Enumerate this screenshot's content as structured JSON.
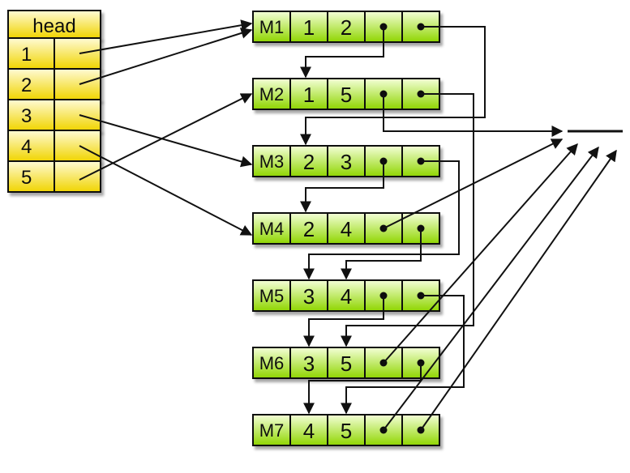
{
  "head_table": {
    "title": "head",
    "rows": [
      "1",
      "2",
      "3",
      "4",
      "5"
    ]
  },
  "nodes": [
    {
      "label": "M1",
      "a": "1",
      "b": "2"
    },
    {
      "label": "M2",
      "a": "1",
      "b": "5"
    },
    {
      "label": "M3",
      "a": "2",
      "b": "3"
    },
    {
      "label": "M4",
      "a": "2",
      "b": "4"
    },
    {
      "label": "M5",
      "a": "3",
      "b": "4"
    },
    {
      "label": "M6",
      "a": "3",
      "b": "5"
    },
    {
      "label": "M7",
      "a": "4",
      "b": "5"
    }
  ],
  "colors": {
    "head_fill_top": "#fffacc",
    "head_fill_bottom": "#f2d800",
    "node_fill_top": "#f2ffd0",
    "node_fill_bottom": "#8ed400",
    "stroke": "#111111"
  }
}
